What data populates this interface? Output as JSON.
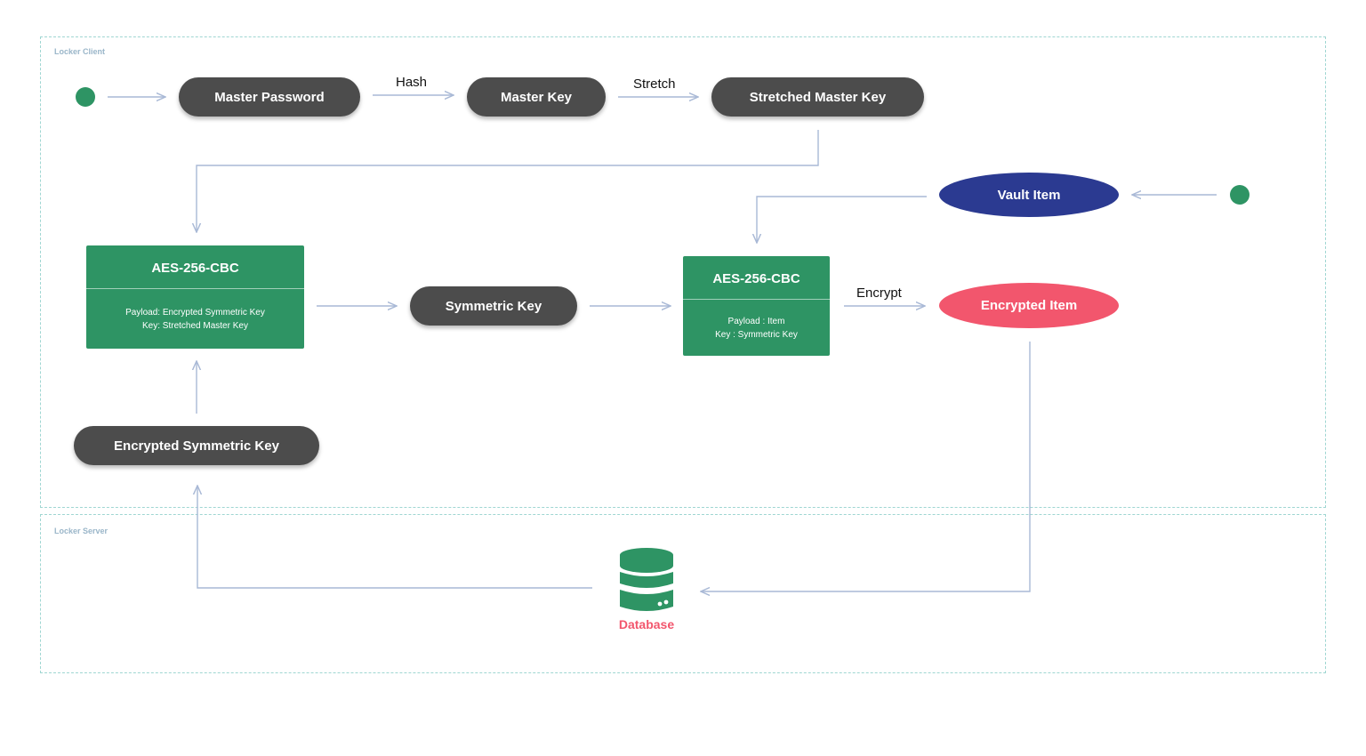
{
  "regions": {
    "client_label": "Locker Client",
    "server_label": "Locker Server"
  },
  "nodes": {
    "master_password": "Master Password",
    "master_key": "Master Key",
    "stretched_master_key": "Stretched Master Key",
    "vault_item": "Vault Item",
    "symmetric_key": "Symmetric Key",
    "encrypted_item": "Encrypted Item",
    "encrypted_symmetric_key": "Encrypted Symmetric Key",
    "database": "Database"
  },
  "edges": {
    "hash": "Hash",
    "stretch": "Stretch",
    "encrypt": "Encrypt"
  },
  "aes_left": {
    "title": "AES-256-CBC",
    "payload": "Payload: Encrypted Symmetric Key",
    "key": "Key: Stretched Master Key"
  },
  "aes_right": {
    "title": "AES-256-CBC",
    "payload": "Payload : Item",
    "key": "Key : Symmetric Key"
  },
  "colors": {
    "pill": "#4c4c4c",
    "green": "#2e9464",
    "vault_item": "#2b3a91",
    "encrypted_item": "#f2566d",
    "arrow": "#a9b9d6",
    "region_border": "#9fd6d2"
  }
}
